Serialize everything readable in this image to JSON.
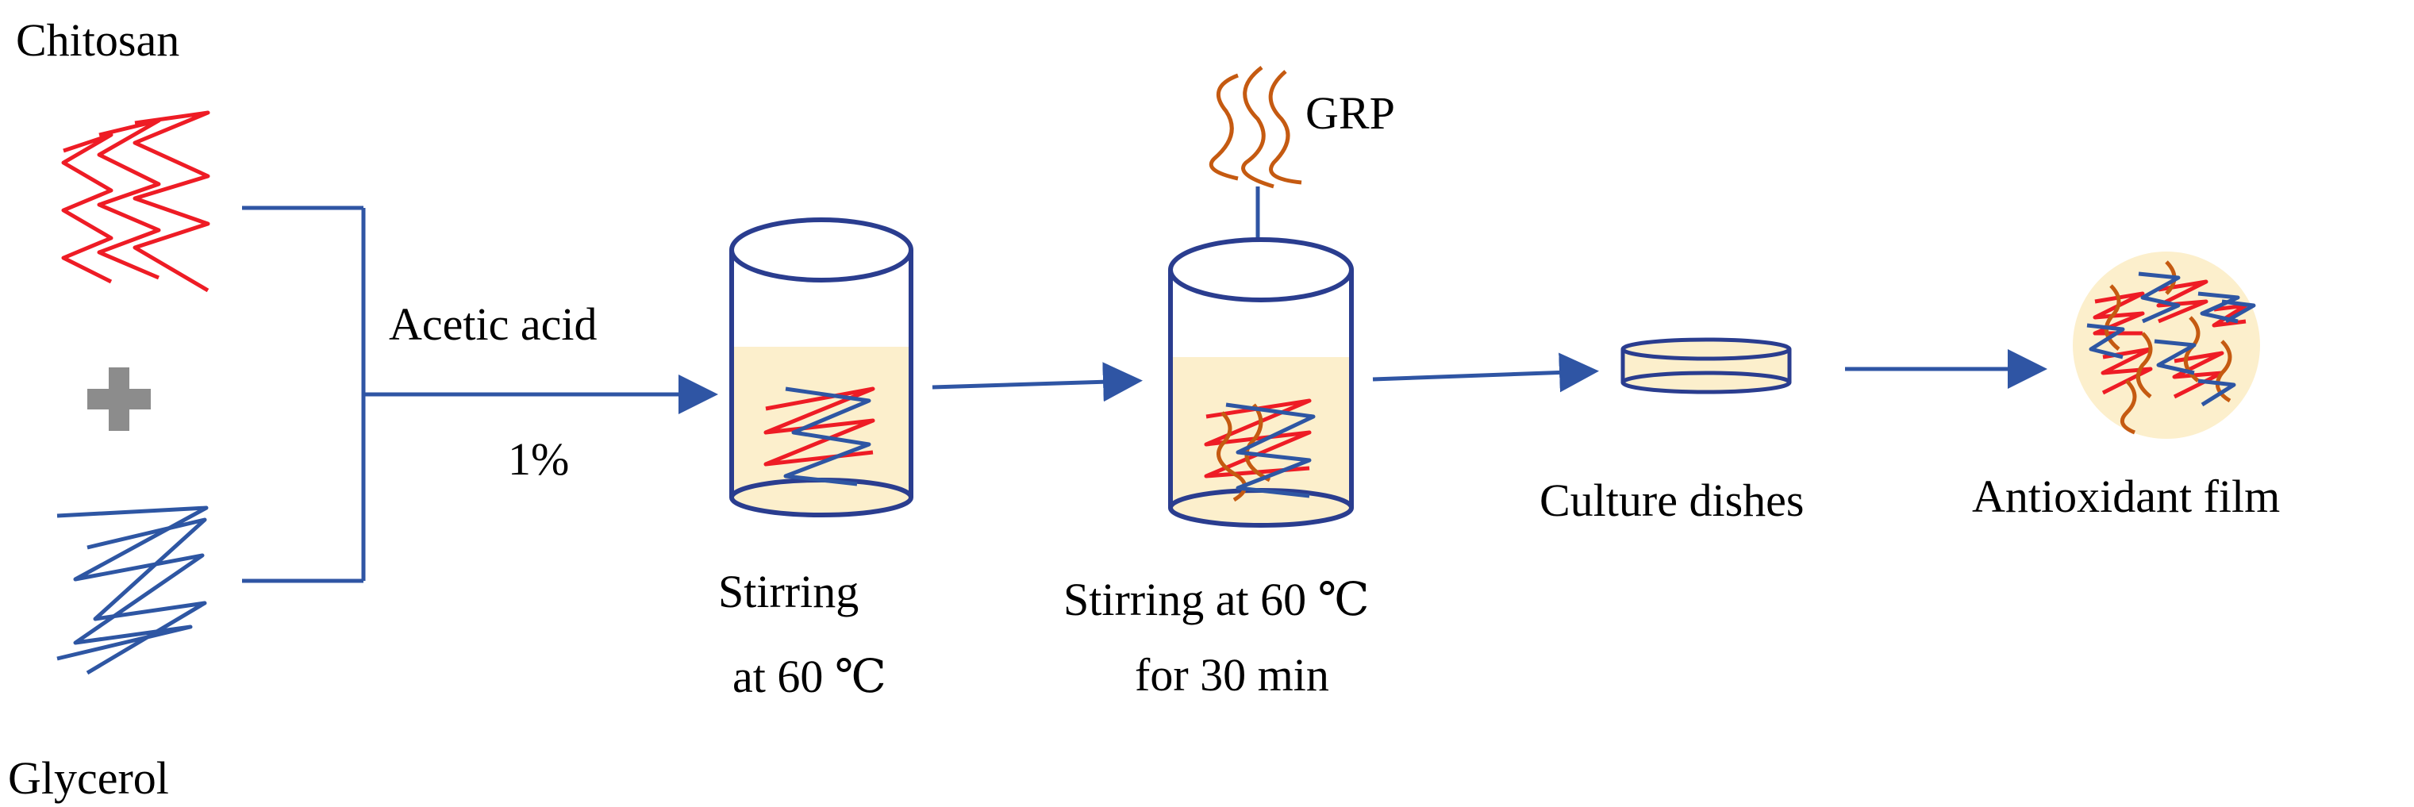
{
  "labels": {
    "chitosan": "Chitosan",
    "glycerol": "Glycerol",
    "grp": "GRP",
    "acetic_acid": "Acetic acid",
    "acetic_conc": "1%",
    "step1_line1": "Stirring",
    "step1_line2": "at 60 ℃",
    "step2_line1": "Stirring at 60 ℃",
    "step2_line2": "for 30 min",
    "culture": "Culture dishes",
    "film": "Antioxidant film"
  },
  "colors": {
    "chitosan": "#ee1c25",
    "glycerol": "#2e56a3",
    "grp": "#c55a11",
    "arrow": "#2f55a4",
    "solution": "#fcefcc",
    "vessel": "#2a3d8f",
    "plus": "#8c8c8c"
  }
}
